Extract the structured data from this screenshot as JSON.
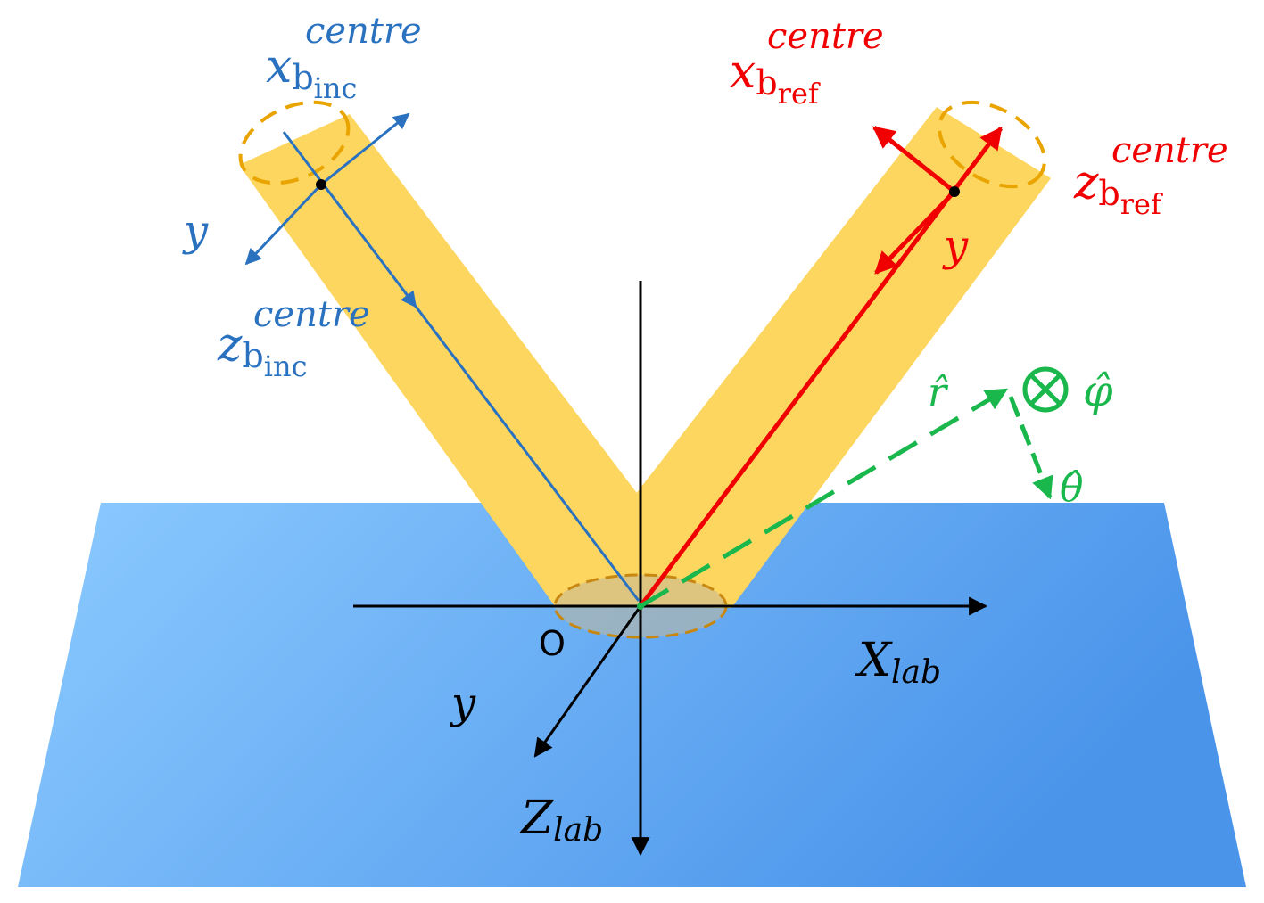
{
  "colors": {
    "plane_light": "#8ccaff",
    "plane_dark": "#4a94ea",
    "beam_fill": "#fdd660",
    "beam_edge": "#e9a400",
    "incident": "#2a72c0",
    "reflected": "#f00000",
    "spherical": "#1ab84c",
    "axes": "#000000"
  },
  "labels": {
    "x_inc_main": "x",
    "x_inc_sup": "centre",
    "x_inc_sub": "b",
    "x_inc_subsub": "inc",
    "z_inc_main": "z",
    "z_inc_sup": "centre",
    "z_inc_sub": "b",
    "z_inc_subsub": "inc",
    "y_inc": "y",
    "x_ref_main": "x",
    "x_ref_sup": "centre",
    "x_ref_sub": "b",
    "x_ref_subsub": "ref",
    "z_ref_main": "z",
    "z_ref_sup": "centre",
    "z_ref_sub": "b",
    "z_ref_subsub": "ref",
    "y_ref": "y",
    "r_hat": "r̂",
    "phi_hat": "φ̂",
    "theta_hat": "θ̂",
    "origin": "O",
    "x_lab_main": "X",
    "x_lab_sub": "lab",
    "z_lab_main": "Z",
    "z_lab_sub": "lab",
    "y_lab": "y"
  }
}
